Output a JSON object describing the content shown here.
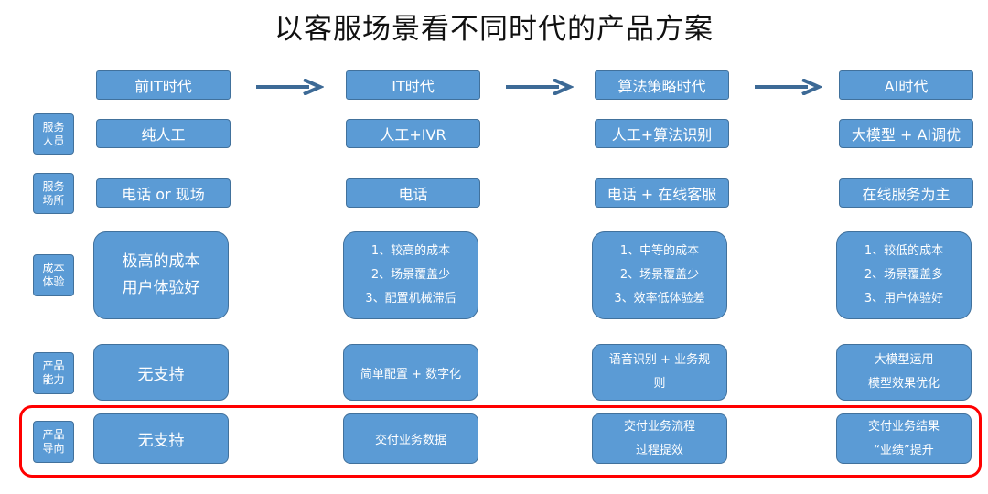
{
  "title": "以客服场景看不同时代的产品方案",
  "eras": [
    "前IT时代",
    "IT时代",
    "算法策略时代",
    "AI时代"
  ],
  "rows": [
    {
      "label": [
        "服务",
        "人员"
      ],
      "cells": [
        [
          "纯人工"
        ],
        [
          "人工+IVR"
        ],
        [
          "人工+算法识别"
        ],
        [
          "大模型 + AI调优"
        ]
      ]
    },
    {
      "label": [
        "服务",
        "场所"
      ],
      "cells": [
        [
          "电话 or 现场"
        ],
        [
          "电话"
        ],
        [
          "电话 + 在线客服"
        ],
        [
          "在线服务为主"
        ]
      ]
    },
    {
      "label": [
        "成本",
        "体验"
      ],
      "cells": [
        [
          "极高的成本",
          "用户体验好"
        ],
        [
          "1、较高的成本",
          "2、场景覆盖少",
          "3、配置机械滞后"
        ],
        [
          "1、中等的成本",
          "2、场景覆盖少",
          "3、效率低体验差"
        ],
        [
          "1、较低的成本",
          "2、场景覆盖多",
          "3、用户体验好"
        ]
      ]
    },
    {
      "label": [
        "产品",
        "能力"
      ],
      "cells": [
        [
          "无支持"
        ],
        [
          "简单配置 + 数字化"
        ],
        [
          "语音识别 + 业务规",
          "则"
        ],
        [
          "大模型运用",
          "模型效果优化"
        ]
      ]
    },
    {
      "label": [
        "产品",
        "导向"
      ],
      "cells": [
        [
          "无支持"
        ],
        [
          "交付业务数据"
        ],
        [
          "交付业务流程",
          "过程提效"
        ],
        [
          "交付业务结果",
          "“业绩”提升"
        ]
      ]
    }
  ],
  "colors": {
    "box_fill": "#5b9bd5",
    "box_border": "#41719c",
    "arrow": "#3d6a96",
    "highlight": "#ff0000"
  }
}
